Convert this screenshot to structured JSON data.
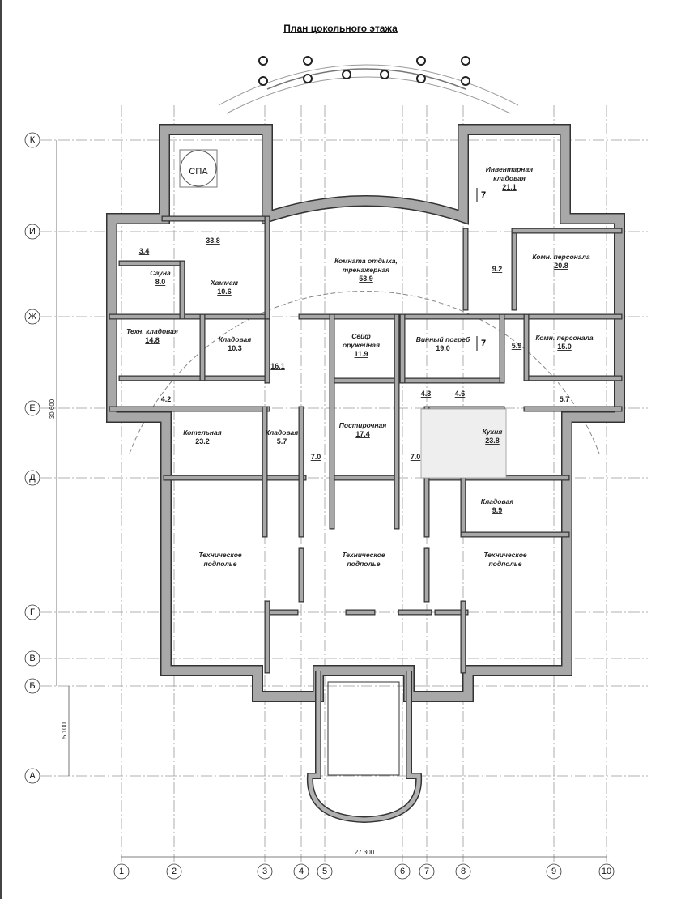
{
  "title": "План цокольного этажа",
  "axes_vertical": [
    "1",
    "2",
    "3",
    "4",
    "5",
    "6",
    "7",
    "8",
    "9",
    "10"
  ],
  "axes_horizontal": [
    "К",
    "И",
    "Ж",
    "Е",
    "Д",
    "Г",
    "В",
    "Б",
    "А"
  ],
  "dimensions": {
    "height_total": "30 600",
    "porch": "5 100",
    "width_total": "27 300"
  },
  "rooms": [
    {
      "name": "СПА",
      "area": ""
    },
    {
      "name": "",
      "area": "33.8"
    },
    {
      "name": "",
      "area": "3.4"
    },
    {
      "name": "Сауна",
      "area": "8.0"
    },
    {
      "name": "Хаммам",
      "area": "10.6"
    },
    {
      "name": "Комната отдыха,",
      "name2": "тренажерная",
      "area": "53.9"
    },
    {
      "name": "Инвентарная",
      "name2": "кладовая",
      "area": "21.1"
    },
    {
      "name": "",
      "area": "9.2"
    },
    {
      "name": "Комн. персонала",
      "area": "20.8"
    },
    {
      "name": "Техн. кладовая",
      "area": "14.8"
    },
    {
      "name": "Кладовая",
      "area": "10.3"
    },
    {
      "name": "",
      "area": "16.1"
    },
    {
      "name": "Сейф",
      "name2": "оружейная",
      "area": "11.9"
    },
    {
      "name": "Винный погреб",
      "area": "19.0"
    },
    {
      "name": "",
      "area": "5.9"
    },
    {
      "name": "Комн. персонала",
      "area": "15.0"
    },
    {
      "name": "",
      "area": "4.2"
    },
    {
      "name": "",
      "area": "4.3"
    },
    {
      "name": "",
      "area": "4.6"
    },
    {
      "name": "",
      "area": "5.7"
    },
    {
      "name": "Котельная",
      "area": "23.2"
    },
    {
      "name": "Кладовая",
      "area": "5.7"
    },
    {
      "name": "",
      "area": "7.0"
    },
    {
      "name": "Постирочная",
      "area": "17.4"
    },
    {
      "name": "",
      "area": "7.0"
    },
    {
      "name": "Кухня",
      "area": "23.8"
    },
    {
      "name": "Кладовая",
      "area": "9.9"
    },
    {
      "name": "Техническое",
      "name2": "подполье",
      "area": ""
    },
    {
      "name": "Техническое",
      "name2": "подполье",
      "area": ""
    },
    {
      "name": "Техническое",
      "name2": "подполье",
      "area": ""
    }
  ],
  "section_marks": [
    "7",
    "7"
  ]
}
